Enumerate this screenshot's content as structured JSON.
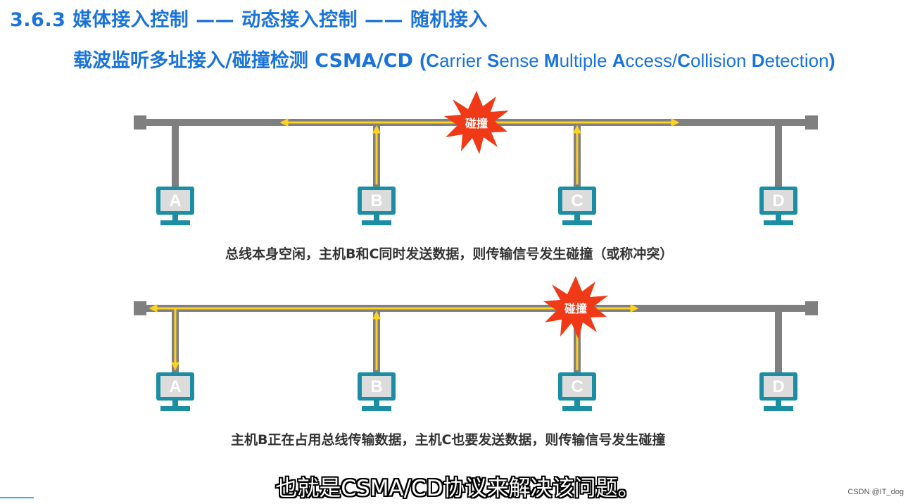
{
  "header": {
    "title": "3.6.3 媒体接入控制 —— 动态接入控制 —— 随机接入",
    "subtitle_cn": "载波监听多址接入/碰撞检测 CSMA/CD",
    "subtitle_en_parts": [
      {
        "cap": "C",
        "rest": "arrier "
      },
      {
        "cap": "S",
        "rest": "ense "
      },
      {
        "cap": "M",
        "rest": "ultiple "
      },
      {
        "cap": "A",
        "rest": "ccess/"
      },
      {
        "cap": "C",
        "rest": "ollision "
      },
      {
        "cap": "D",
        "rest": "etection"
      }
    ]
  },
  "diagram1": {
    "hosts": [
      "A",
      "B",
      "C",
      "D"
    ],
    "collision_label": "碰撞",
    "caption": "总线本身空闲，主机B和C同时发送数据，则传输信号发生碰撞（或称冲突）"
  },
  "diagram2": {
    "hosts": [
      "A",
      "B",
      "C",
      "D"
    ],
    "collision_label": "碰撞",
    "caption": "主机B正在占用总线传输数据，主机C也要发送数据，则传输信号发生碰撞"
  },
  "video_subtitle": "也就是CSMA/CD协议来解决该问题。",
  "watermark": "CSDN @IT_dog",
  "colors": {
    "title": "#1a73d9",
    "bus": "#7f7f7f",
    "signal": "#ffd21f",
    "monitor_frame": "#1b8ea3",
    "monitor_screen": "#dcdcdc",
    "burst": "#f03a17"
  }
}
